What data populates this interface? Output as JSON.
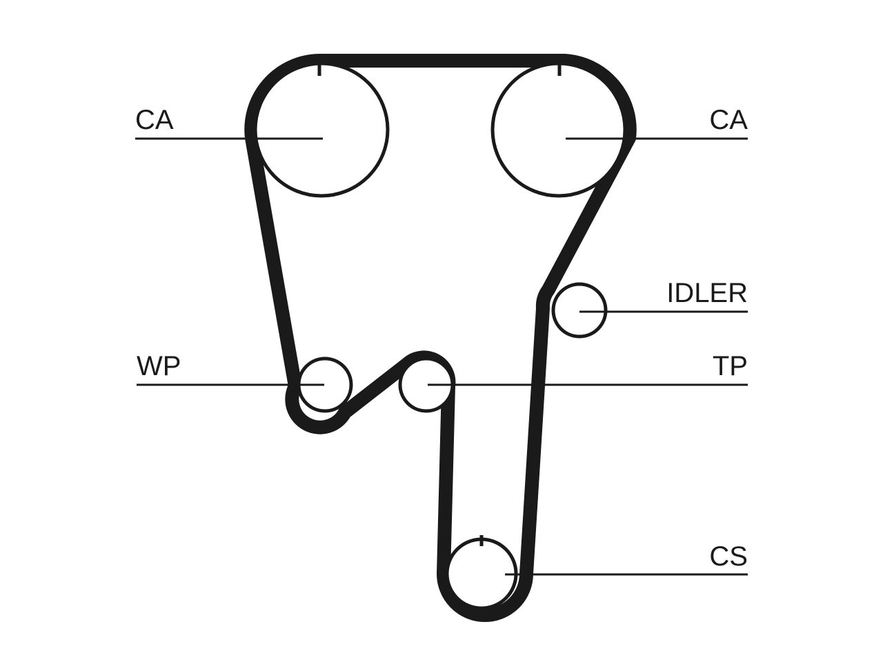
{
  "labels": {
    "camshaft_left": "CA",
    "camshaft_right": "CA",
    "idler": "IDLER",
    "water_pump": "WP",
    "tensioner": "TP",
    "crankshaft": "CS"
  }
}
